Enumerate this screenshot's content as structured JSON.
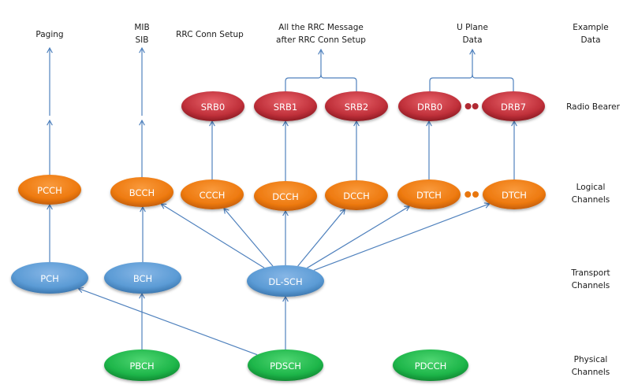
{
  "colors": {
    "radio_bearer": "#c0303a",
    "logical": "#f07f12",
    "transport": "#5b9bd5",
    "physical": "#1eb64a",
    "edge": "#4f81bd"
  },
  "layers": [
    {
      "id": "example",
      "label": [
        "Example",
        "Data"
      ]
    },
    {
      "id": "radio",
      "label": [
        "Radio Bearer"
      ]
    },
    {
      "id": "logical",
      "label": [
        "Logical",
        "Channels"
      ]
    },
    {
      "id": "transport",
      "label": [
        "Transport",
        "Channels"
      ]
    },
    {
      "id": "physical",
      "label": [
        "Physical",
        "Channels"
      ]
    }
  ],
  "example_data": [
    {
      "id": "paging",
      "lines": [
        "Paging"
      ]
    },
    {
      "id": "mib-sib",
      "lines": [
        "MIB",
        "SIB"
      ]
    },
    {
      "id": "rrc-conn-setup",
      "lines": [
        "RRC Conn Setup"
      ]
    },
    {
      "id": "rrc-messages",
      "lines": [
        "All the RRC Message",
        "after RRC Conn Setup"
      ]
    },
    {
      "id": "u-plane",
      "lines": [
        "U Plane",
        "Data"
      ]
    }
  ],
  "nodes": [
    {
      "id": "srb0",
      "label": "SRB0",
      "layer": "radio"
    },
    {
      "id": "srb1",
      "label": "SRB1",
      "layer": "radio"
    },
    {
      "id": "srb2",
      "label": "SRB2",
      "layer": "radio"
    },
    {
      "id": "drb0",
      "label": "DRB0",
      "layer": "radio"
    },
    {
      "id": "drb7",
      "label": "DRB7",
      "layer": "radio"
    },
    {
      "id": "pcch",
      "label": "PCCH",
      "layer": "logical"
    },
    {
      "id": "bcch",
      "label": "BCCH",
      "layer": "logical"
    },
    {
      "id": "ccch",
      "label": "CCCH",
      "layer": "logical"
    },
    {
      "id": "dcch1",
      "label": "DCCH",
      "layer": "logical"
    },
    {
      "id": "dcch2",
      "label": "DCCH",
      "layer": "logical"
    },
    {
      "id": "dtch1",
      "label": "DTCH",
      "layer": "logical"
    },
    {
      "id": "dtch2",
      "label": "DTCH",
      "layer": "logical"
    },
    {
      "id": "pch",
      "label": "PCH",
      "layer": "transport"
    },
    {
      "id": "bch",
      "label": "BCH",
      "layer": "transport"
    },
    {
      "id": "dlsch",
      "label": "DL-SCH",
      "layer": "transport"
    },
    {
      "id": "pbch",
      "label": "PBCH",
      "layer": "physical"
    },
    {
      "id": "pdsch",
      "label": "PDSCH",
      "layer": "physical"
    },
    {
      "id": "pdcch",
      "label": "PDCCH",
      "layer": "physical"
    }
  ],
  "edges": [
    {
      "from": "pbch",
      "to": "bch"
    },
    {
      "from": "pdsch",
      "to": "pch"
    },
    {
      "from": "pdsch",
      "to": "dlsch"
    },
    {
      "from": "pch",
      "to": "pcch"
    },
    {
      "from": "bch",
      "to": "bcch"
    },
    {
      "from": "dlsch",
      "to": "bcch"
    },
    {
      "from": "dlsch",
      "to": "ccch"
    },
    {
      "from": "dlsch",
      "to": "dcch1"
    },
    {
      "from": "dlsch",
      "to": "dcch2"
    },
    {
      "from": "dlsch",
      "to": "dtch1"
    },
    {
      "from": "dlsch",
      "to": "dtch2"
    },
    {
      "from": "ccch",
      "to": "srb0"
    },
    {
      "from": "dcch1",
      "to": "srb1"
    },
    {
      "from": "dcch2",
      "to": "srb2"
    },
    {
      "from": "dtch1",
      "to": "drb0"
    },
    {
      "from": "dtch2",
      "to": "drb7"
    },
    {
      "from": "pcch",
      "to": "paging"
    },
    {
      "from": "bcch",
      "to": "mib-sib"
    },
    {
      "from": "srb0",
      "to": "rrc-conn-setup"
    },
    {
      "from": [
        "srb1",
        "srb2"
      ],
      "to": "rrc-messages"
    },
    {
      "from": [
        "drb0",
        "drb7"
      ],
      "to": "u-plane"
    }
  ],
  "ellipsis_groups": [
    {
      "between": [
        "drb0",
        "drb7"
      ]
    },
    {
      "between": [
        "dtch1",
        "dtch2"
      ]
    }
  ]
}
